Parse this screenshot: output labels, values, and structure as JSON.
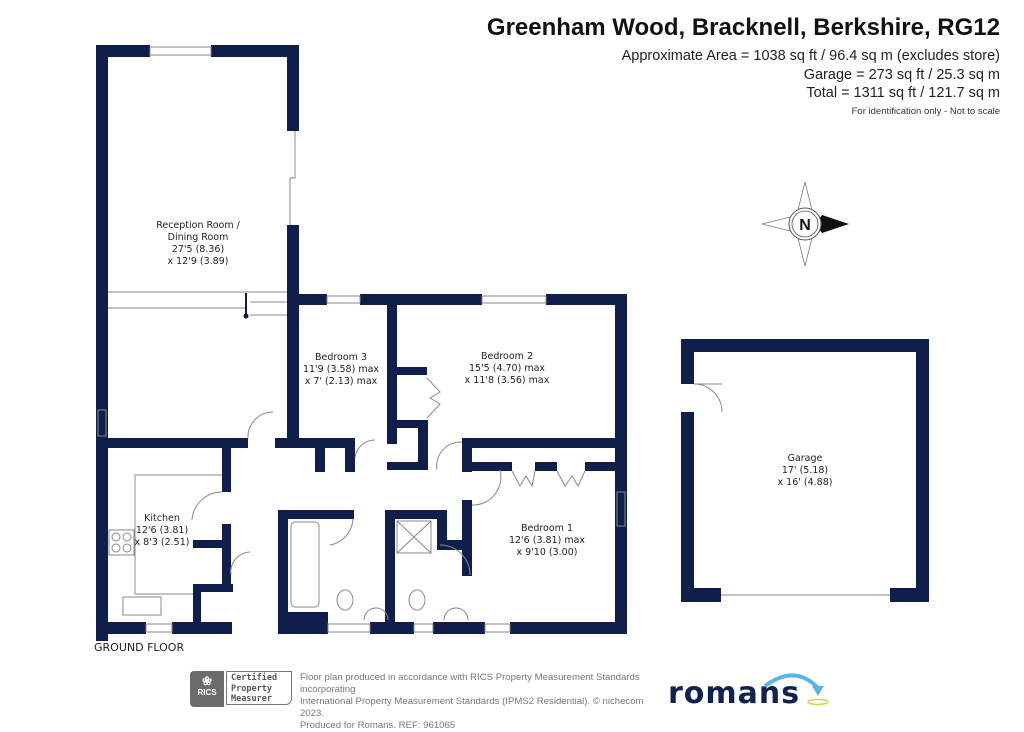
{
  "header": {
    "title": "Greenham Wood, Bracknell, Berkshire, RG12",
    "area_line": "Approximate Area = 1038 sq ft / 96.4 sq m (excludes store)",
    "garage_line": "Garage = 273 sq ft / 25.3 sq m",
    "total_line": "Total = 1311 sq ft / 121.7 sq m",
    "disclaimer": "For identification only - Not to scale"
  },
  "colors": {
    "wall": "#0f1e4a",
    "line": "#888888",
    "brand": "#0f2251",
    "brand_accent": "#5ab4e5"
  },
  "compass": {
    "icon": "compass-north-icon",
    "letter": "N"
  },
  "rooms": [
    {
      "name": "Reception Room /",
      "line2": "Dining Room",
      "dim1": "27'5 (8.36)",
      "dim2": "x 12'9 (3.89)"
    },
    {
      "name": "Bedroom 3",
      "dim1": "11'9 (3.58) max",
      "dim2": "x 7' (2.13) max"
    },
    {
      "name": "Bedroom 2",
      "dim1": "15'5 (4.70) max",
      "dim2": "x 11'8 (3.56) max"
    },
    {
      "name": "Kitchen",
      "dim1": "12'6 (3.81)",
      "dim2": "x 8'3 (2.51)"
    },
    {
      "name": "Bedroom 1",
      "dim1": "12'6 (3.81) max",
      "dim2": "x 9'10 (3.00)"
    },
    {
      "name": "Garage",
      "dim1": "17' (5.18)",
      "dim2": "x 16' (4.88)"
    }
  ],
  "floor_label": "GROUND FLOOR",
  "footer": {
    "rics_brand": "RICS",
    "rics_cert_1": "Certified",
    "rics_cert_2": "Property",
    "rics_cert_3": "Measurer",
    "line1": "Floor plan produced in accordance with RICS Property Measurement Standards incorporating",
    "line2": "International Property Measurement Standards (IPMS2 Residential).   © nichecom 2023.",
    "line3": "Produced for Romans.   REF: 961065",
    "logo_text": "romans"
  }
}
